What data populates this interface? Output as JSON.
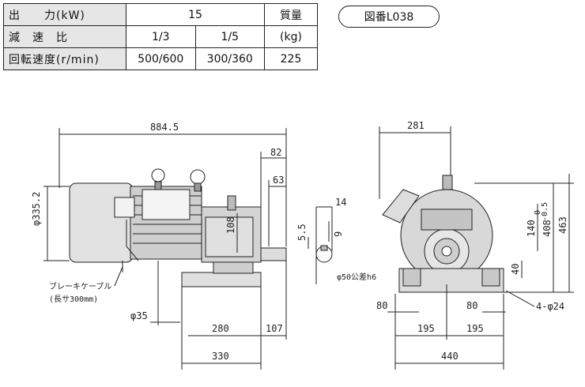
{
  "spec_table": {
    "row1": {
      "label": "出　　力(kW)",
      "value": "15",
      "weight_header": "質量"
    },
    "row2": {
      "label": "減　速　比",
      "ratio1": "1/3",
      "ratio2": "1/5",
      "weight_unit": "(kg)"
    },
    "row3": {
      "label": "回転速度(r/min)",
      "speed1": "500/600",
      "speed2": "300/360",
      "weight": "225"
    }
  },
  "figure_badge": "図番L038",
  "dimensions": {
    "overall_length": "884.5",
    "motor_dia": "φ335.2",
    "shaft_ext": "82",
    "key_len": "63",
    "center_h": "108",
    "key_width": "14",
    "key_off": "5.5",
    "key_depth": "9",
    "shaft_dia": "φ50公差h6",
    "base_280": "280",
    "base_330": "330",
    "base_107": "107",
    "cable_dia": "φ35",
    "brake_label": "ブレーキケーブル",
    "brake_len": "(長サ300mm)",
    "width_281": "281",
    "h_463": "463",
    "h_408": "408",
    "h_140": "140",
    "tol_0": "0",
    "tol_neg": "-0.5",
    "h_40": "40",
    "foot_80a": "80",
    "foot_80b": "80",
    "span_195a": "195",
    "span_195b": "195",
    "span_440": "440",
    "holes": "4-φ24"
  }
}
